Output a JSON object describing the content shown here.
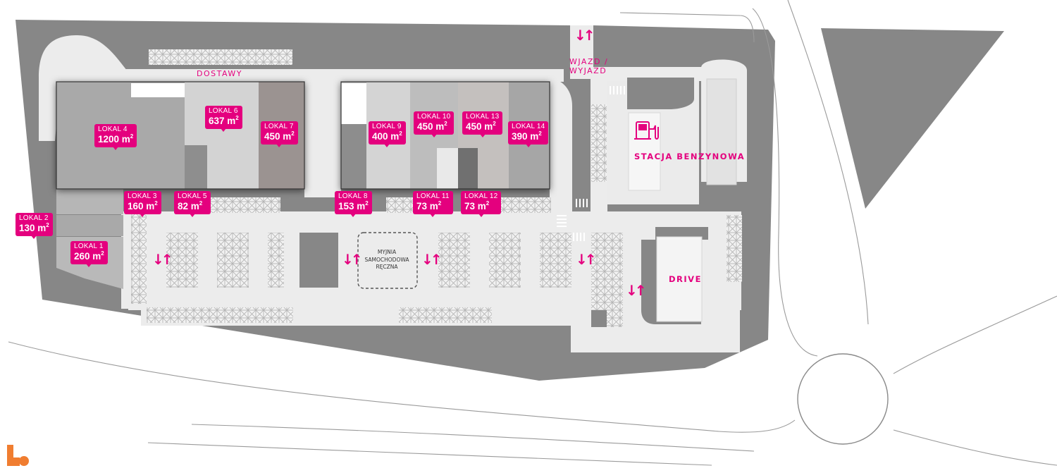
{
  "labels": {
    "deliveries": "DOSTAWY",
    "entry": "WJAZD /",
    "exit": "WYJAZD",
    "station": "STACJA BENZYNOWA",
    "drive": "DRIVE",
    "carwash_1": "MYJNIA",
    "carwash_2": "SAMOCHODOWA",
    "carwash_3": "RĘCZNA"
  },
  "units": [
    {
      "name": "LOKAL 1",
      "area": "260 m"
    },
    {
      "name": "LOKAL 2",
      "area": "130 m"
    },
    {
      "name": "LOKAL 3",
      "area": "160 m"
    },
    {
      "name": "LOKAL 4",
      "area": "1200 m"
    },
    {
      "name": "LOKAL 5",
      "area": "82 m"
    },
    {
      "name": "LOKAL 6",
      "area": "637 m"
    },
    {
      "name": "LOKAL 7",
      "area": "450 m"
    },
    {
      "name": "LOKAL 8",
      "area": "153 m"
    },
    {
      "name": "LOKAL 9",
      "area": "400 m"
    },
    {
      "name": "LOKAL 10",
      "area": "450 m"
    },
    {
      "name": "LOKAL 11",
      "area": "73 m"
    },
    {
      "name": "LOKAL 12",
      "area": "73 m"
    },
    {
      "name": "LOKAL 13",
      "area": "450 m"
    },
    {
      "name": "LOKAL 14",
      "area": "390 m"
    }
  ],
  "area_superscript": "2",
  "arrow_symbol": "↓↑",
  "icons": {
    "fuel": "fuel-pump-icon",
    "logo": "developer-logo-icon",
    "arrows": "two-way-arrow-icon"
  },
  "colors": {
    "accent": "#e4007e",
    "ground": "#878787",
    "paving": "#ececec",
    "logo": "#f07d30"
  }
}
